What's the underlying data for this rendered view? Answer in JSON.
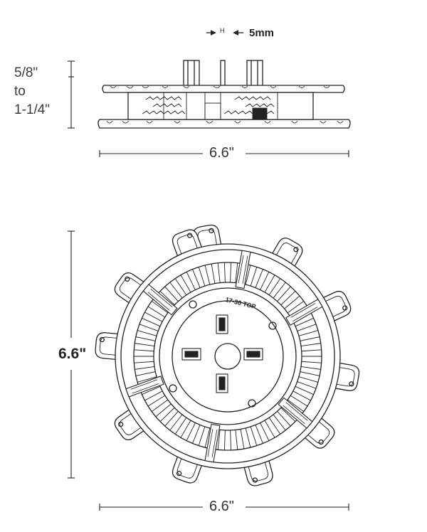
{
  "gap_label": "5mm",
  "height_label": [
    "5/8\"",
    "to",
    "1-1/4\""
  ],
  "side_width_label": "6.6\"",
  "top_height_label": "6.6\"",
  "top_width_label": "6.6\"",
  "part_marking": "17-30 TOP",
  "gap_marker": "H"
}
